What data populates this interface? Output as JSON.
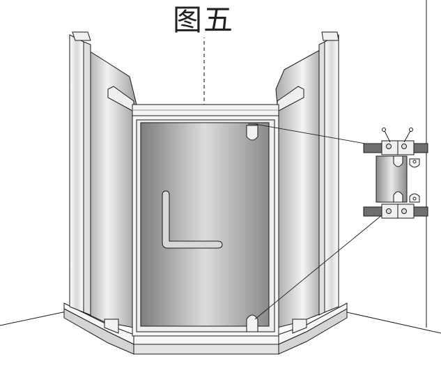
{
  "figure": {
    "title": "图五"
  },
  "colors": {
    "line": "#1a1a1a",
    "glass_light": "#f4f4f4",
    "glass_mid": "#c9c9c9",
    "glass_dark": "#8c8c8c",
    "door_mid": "#b8b8b8",
    "frame": "#f2f2f2",
    "bar_dark": "#6e6e6e"
  },
  "parts": [
    "left-fixed-panel",
    "right-fixed-panel",
    "top-header-frame",
    "door-panel",
    "door-handle",
    "top-hinge",
    "bottom-hinge",
    "shower-tray",
    "hinge-detail"
  ]
}
